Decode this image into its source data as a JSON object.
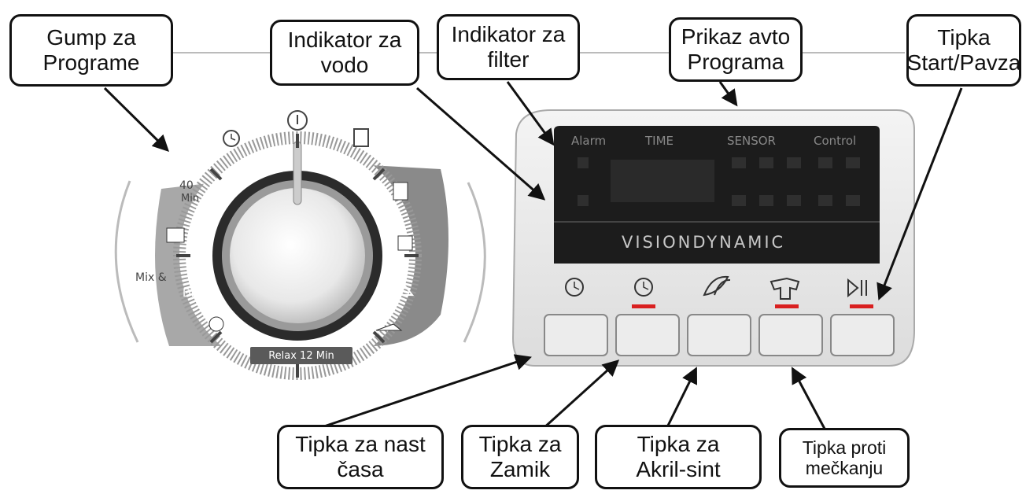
{
  "callouts": {
    "gump": "Gump za\nPrograme",
    "voda": "Indikator za\nvodo",
    "filter": "Indikator za\nfilter",
    "avto": "Prikaz avto\nPrograma",
    "start": "Tipka\nStart/Pavza",
    "nast": "Tipka za nast\nčasa",
    "zamik": "Tipka za\nZamik",
    "akril": "Tipka za\nAkril-sint",
    "meckanje": "Tipka proti\nmečkanju"
  },
  "panel": {
    "alarm": "Alarm",
    "time": "TIME",
    "sensor": "SENSOR",
    "control": "Control",
    "brand": "VISIONDYNAMIC"
  },
  "dial": {
    "min40": "40",
    "min": "Min",
    "mix": "Mix &",
    "dry": "Dry",
    "relax": "Relax 12  Min"
  },
  "icons": [
    "clock-icon",
    "delay-icon",
    "feather-icon",
    "shirt-iron-icon",
    "play-pause-icon"
  ],
  "colors": {
    "indicator": "#d92020",
    "panel_screen": "#1c1c1c",
    "dial_band": "#8a8a8a"
  }
}
